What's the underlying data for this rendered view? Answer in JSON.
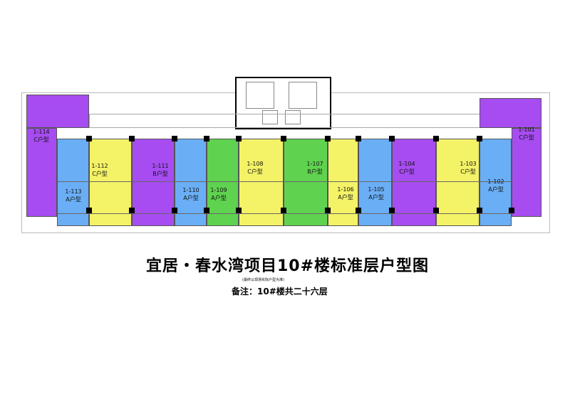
{
  "title": "宜居・春水湾项目10#楼标准层户型图",
  "note": "(最终以现场实际户型为准)",
  "remark": "备注：10#楼共二十六层",
  "colors": {
    "A": "#6aaef5",
    "B": "#a64cf0",
    "C": "#f4f266",
    "green": "#5fd24f"
  },
  "units": [
    {
      "no": "1-114",
      "type": "C户型"
    },
    {
      "no": "1-113",
      "type": "A户型"
    },
    {
      "no": "1-112",
      "type": "C户型"
    },
    {
      "no": "1-111",
      "type": "B户型"
    },
    {
      "no": "1-110",
      "type": "A户型"
    },
    {
      "no": "1-109",
      "type": "A户型"
    },
    {
      "no": "1-108",
      "type": "C户型"
    },
    {
      "no": "1-107",
      "type": "B户型"
    },
    {
      "no": "1-106",
      "type": "A户型"
    },
    {
      "no": "1-105",
      "type": "A户型"
    },
    {
      "no": "1-104",
      "type": "C户型"
    },
    {
      "no": "1-103",
      "type": "C户型"
    },
    {
      "no": "1-102",
      "type": "A户型"
    },
    {
      "no": "1-101",
      "type": "C户型"
    }
  ]
}
